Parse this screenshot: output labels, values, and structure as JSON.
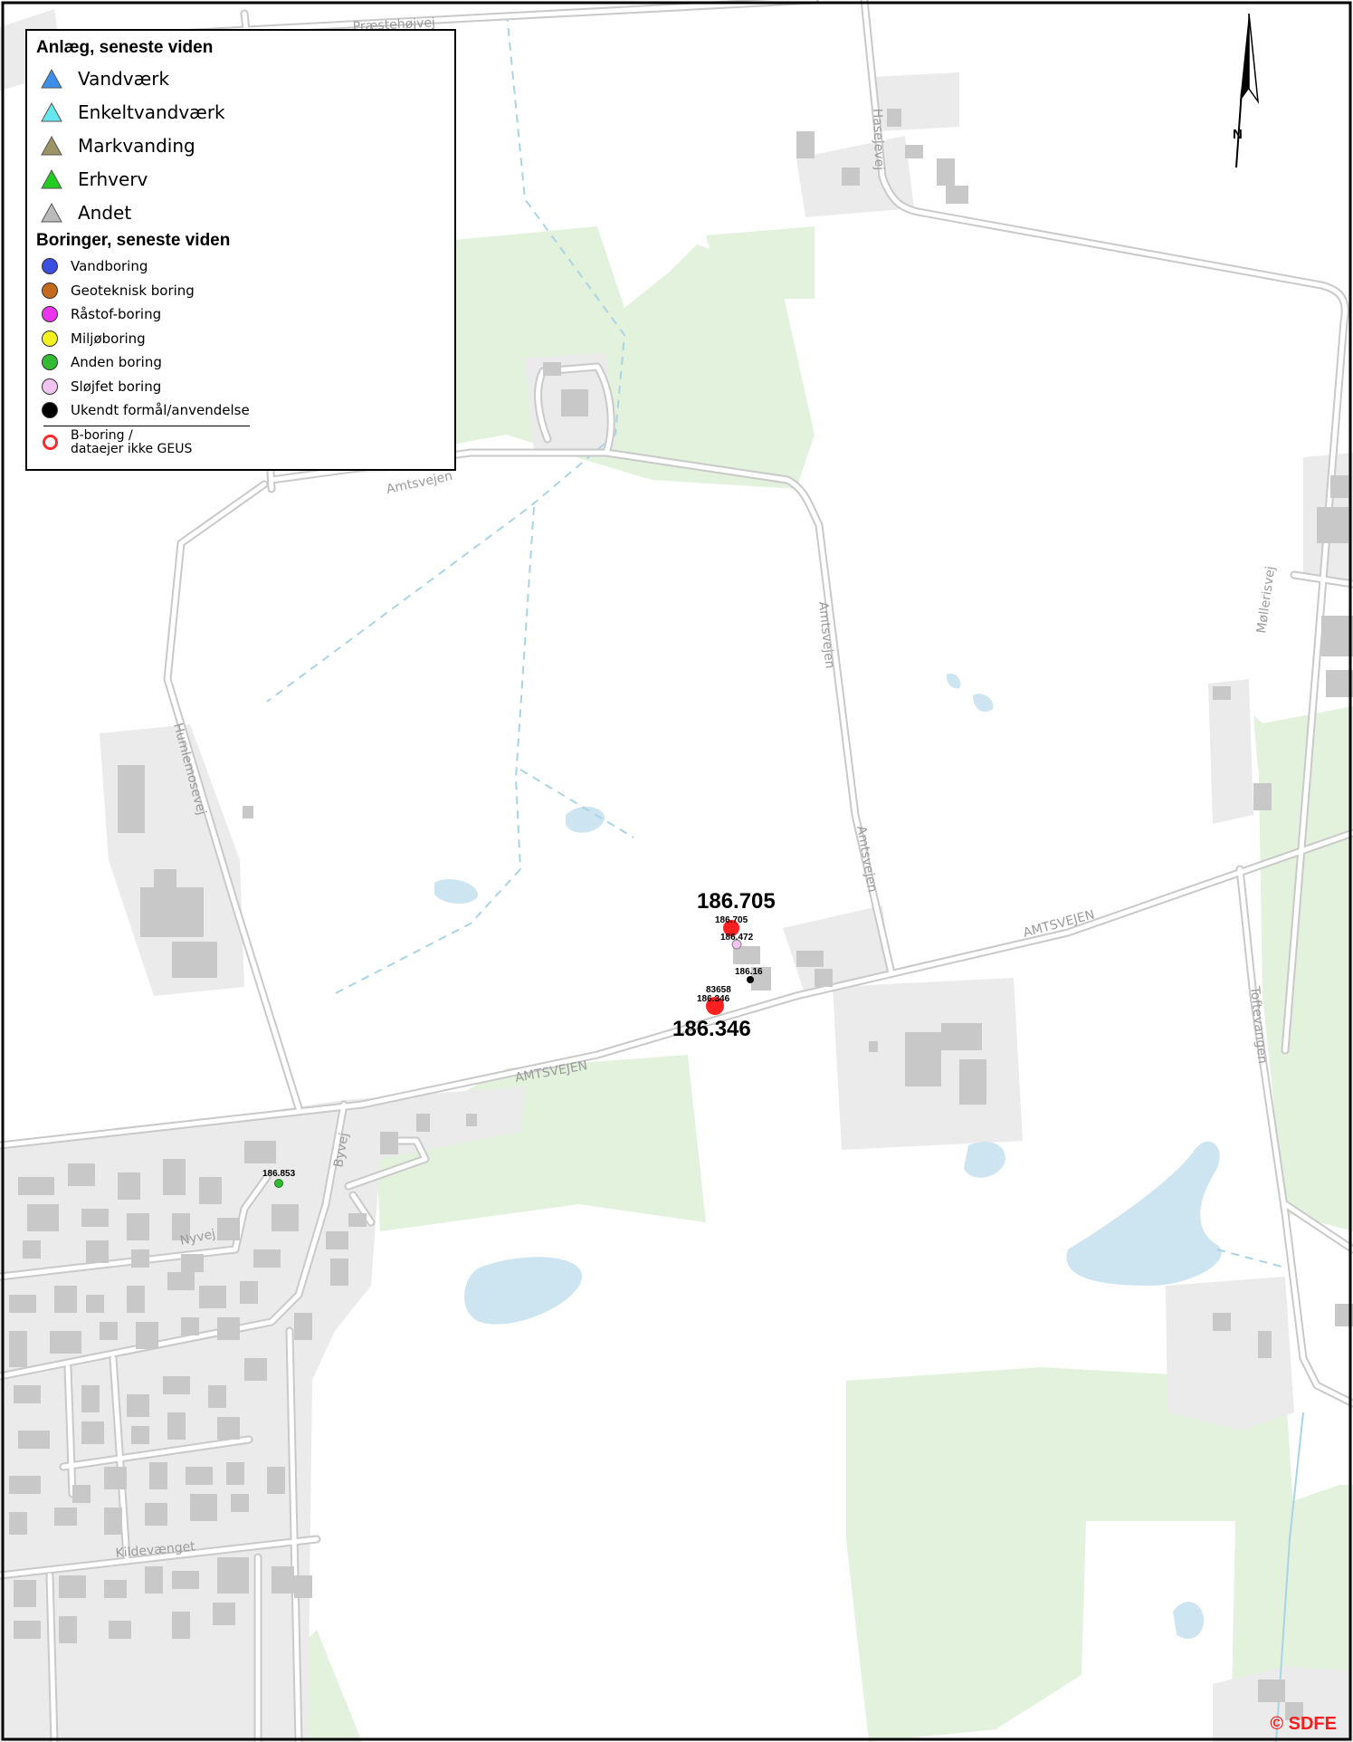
{
  "legend": {
    "anlaeg_title": "Anlæg, seneste viden",
    "anlaeg": [
      {
        "label": "Vandværk",
        "color": "#3d8ee8"
      },
      {
        "label": "Enkeltvandværk",
        "color": "#66e6ee"
      },
      {
        "label": "Markvanding",
        "color": "#9c9464"
      },
      {
        "label": "Erhverv",
        "color": "#22cc22"
      },
      {
        "label": "Andet",
        "color": "#bbbbbb"
      }
    ],
    "boringer_title": "Boringer, seneste viden",
    "boringer": [
      {
        "label": "Vandboring",
        "color": "#3a4ee0"
      },
      {
        "label": "Geoteknisk boring",
        "color": "#c46a1c"
      },
      {
        "label": "Råstof-boring",
        "color": "#ec34ec"
      },
      {
        "label": "Miljøboring",
        "color": "#f2f020"
      },
      {
        "label": "Anden boring",
        "color": "#33bb33"
      },
      {
        "label": "Sløjfet boring",
        "color": "#f0c4ee"
      },
      {
        "label": "Ukendt formål/anvendelse",
        "color": "#000000"
      }
    ],
    "b_boring_line1": "B-boring /",
    "b_boring_line2": "dataejer ikke GEUS",
    "b_boring_color": "#ff2a2a"
  },
  "roads": {
    "praestehojvej": "Præstehøjvej",
    "hasejevej": "Hasejevej",
    "humlemosevej": "Humlemosevej",
    "amtsvejen": "Amtsvejen",
    "amtsvejen_caps": "AMTSVEJEN",
    "mollerisvej": "Møllerisvej",
    "byvej": "Byvej",
    "nyvej": "Nyvej",
    "kildevaenget": "Kildevænget",
    "toftevangen": "Toftevangen"
  },
  "points": {
    "p186_705_big": "186.705",
    "p186_705_small": "186.705",
    "p186_472": "186.472",
    "p186_16": "186.16",
    "p83658": "83658",
    "p186_346_small": "186.346",
    "p186_346_big": "186.346",
    "p186_853": "186.853"
  },
  "north_label": "N",
  "copyright": "© SDFE",
  "colors": {
    "road": "#ffffff",
    "road_casing": "#c9c9c9",
    "green": "#e3f2dd",
    "builtup": "#ebebeb",
    "building": "#c8c8c8",
    "water": "#cde4f1",
    "stream": "#a9d4e6"
  }
}
